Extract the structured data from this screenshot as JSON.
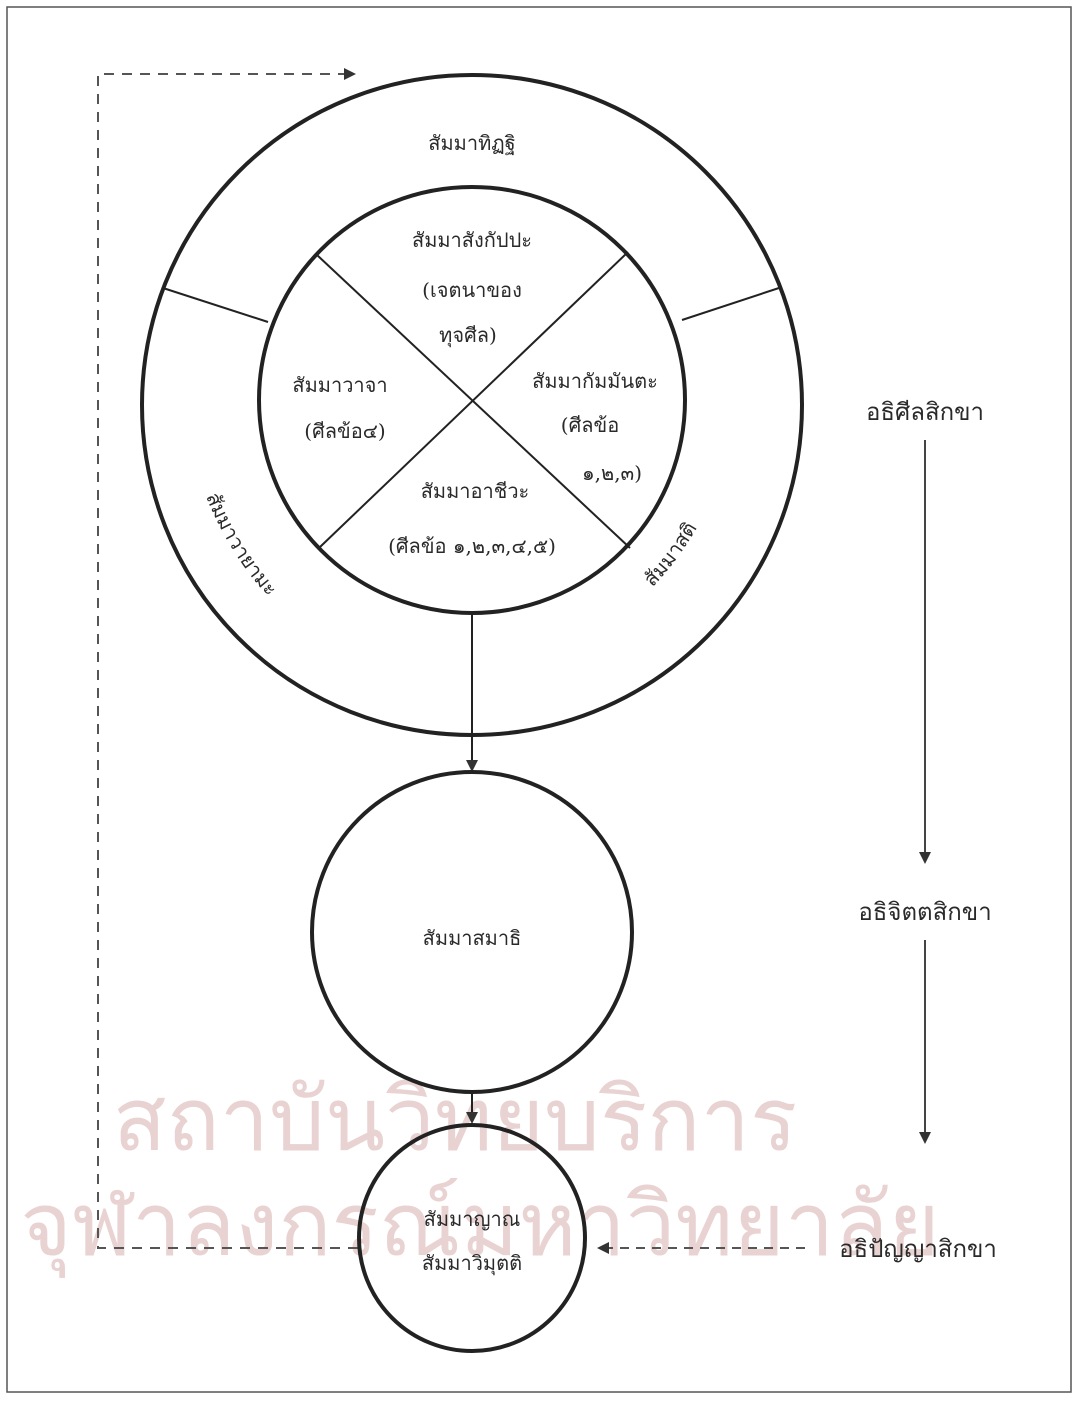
{
  "outer_circle": {
    "top_label": "สัมมาทิฏฐิ",
    "left_label": "สัมมาวายามะ",
    "right_label": "สัมมาสติ"
  },
  "inner_circle": {
    "top": [
      "สัมมาสังกัปปะ",
      "(เจตนาของ",
      "ทุจศีล)"
    ],
    "left": [
      "สัมมาวาจา",
      "(ศีลข้อ๔)"
    ],
    "right": [
      "สัมมากัมมันตะ",
      "(ศีลข้อ",
      "๑,๒,๓)"
    ],
    "bottom": [
      "สัมมาอาชีวะ",
      "(ศีลข้อ ๑,๒,๓,๔,๕)"
    ]
  },
  "middle_circle": {
    "label": "สัมมาสมาธิ"
  },
  "bottom_circle": {
    "label": [
      "สัมมาญาณ",
      "สัมมาวิมุตติ"
    ]
  },
  "right_column": {
    "step1": "อธิศีลสิกขา",
    "step2": "อธิจิตตสิกขา",
    "step3": "อธิปัญญาสิกขา"
  },
  "watermark": {
    "line1": "สถาบันวิทยบริการ",
    "line2": "จุฬาลงกรณ์มหาวิทยาลัย"
  }
}
